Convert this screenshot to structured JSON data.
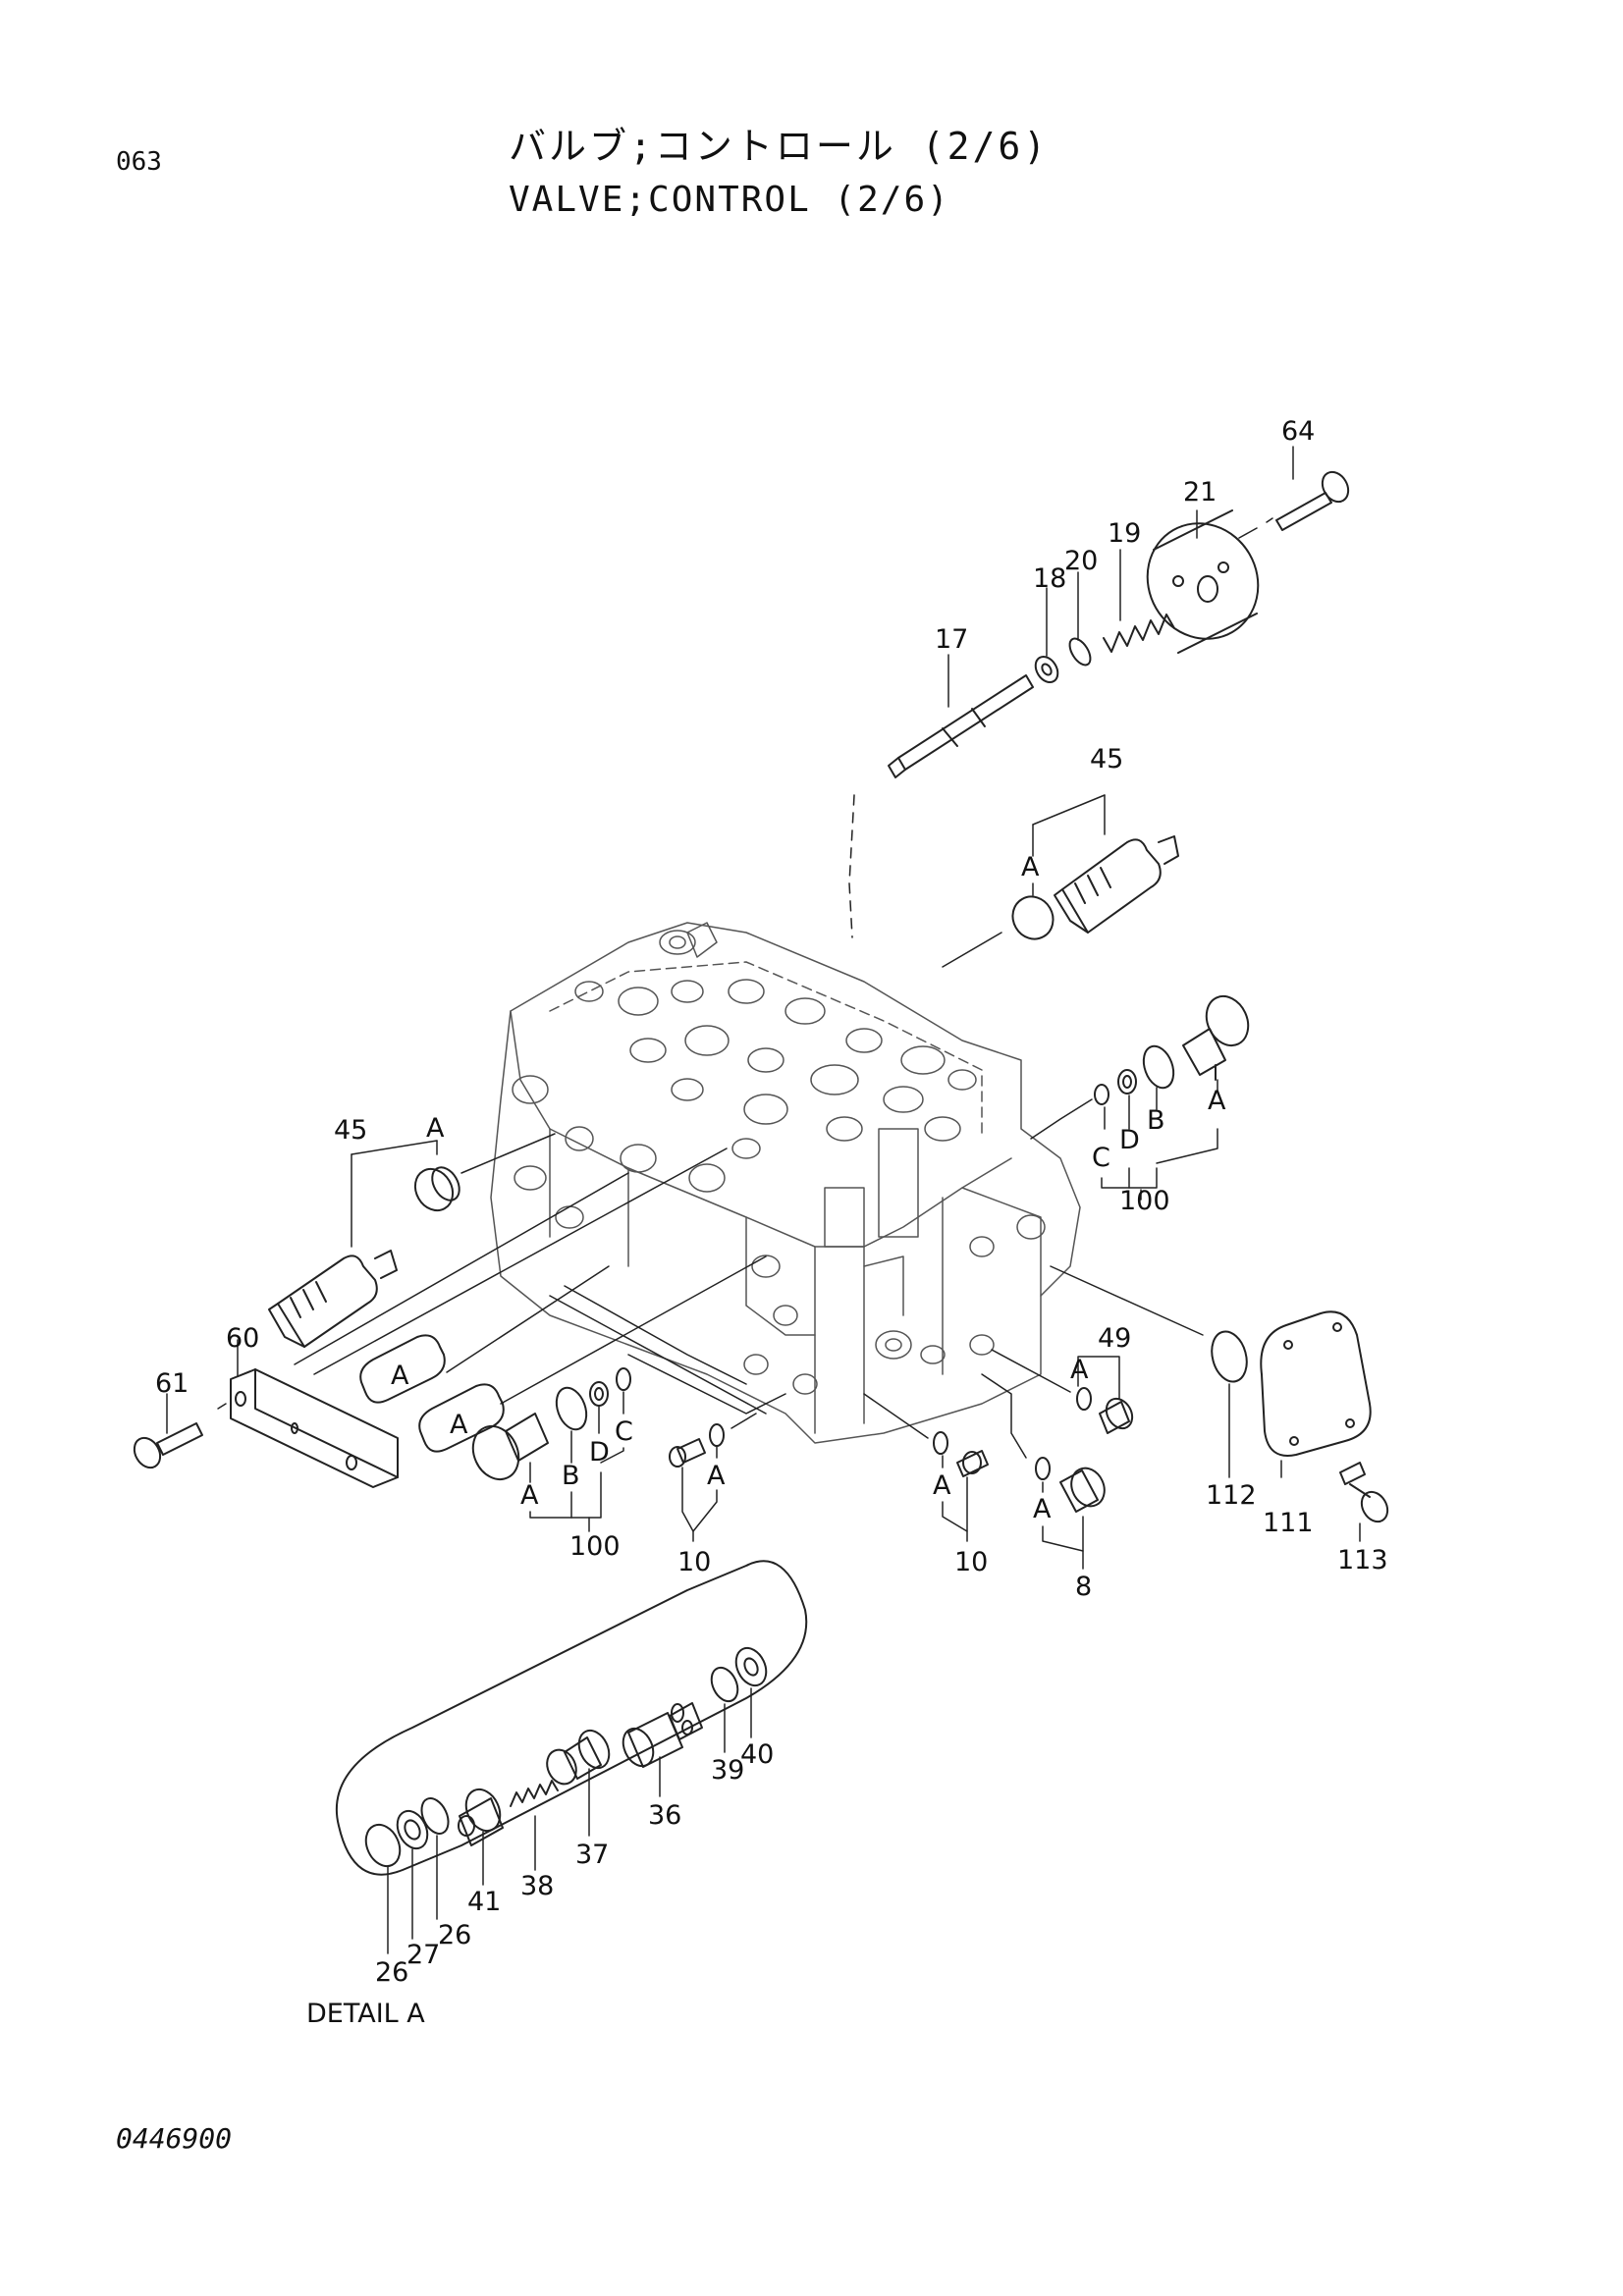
{
  "header": {
    "page_number": "063",
    "title_jp": "バルブ;コントロール (2/6)",
    "title_en": "VALVE;CONTROL (2/6)"
  },
  "footer": {
    "document_code": "0446900"
  },
  "callouts": [
    "64",
    "21",
    "19",
    "20",
    "18",
    "17",
    "45",
    "A",
    "A",
    "B",
    "D",
    "C",
    "100",
    "45",
    "A",
    "60",
    "61",
    "A",
    "A",
    "B",
    "D",
    "C",
    "A",
    "100",
    "A",
    "10",
    "A",
    "10",
    "49",
    "A",
    "A",
    "8",
    "112",
    "111",
    "113",
    "40",
    "39",
    "36",
    "37",
    "38",
    "41",
    "26",
    "27",
    "26"
  ],
  "detail_label": "DETAIL A"
}
